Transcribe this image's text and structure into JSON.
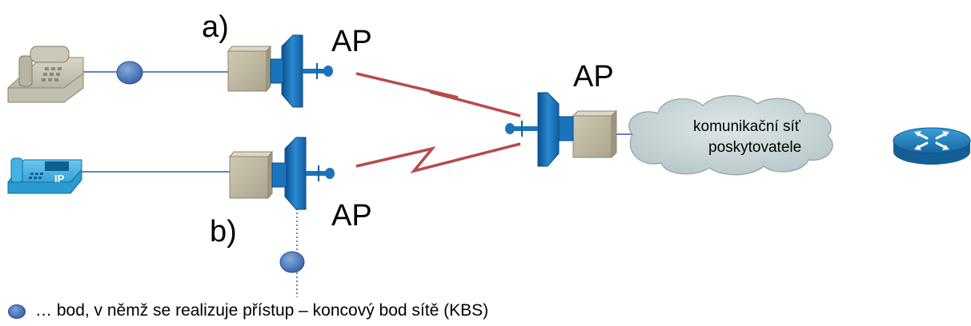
{
  "labels": {
    "variant_a": "a)",
    "variant_b": "b)",
    "ap_top": "AP",
    "ap_right": "AP",
    "ap_bottom": "AP",
    "cloud_line1": "komunikační síť",
    "cloud_line2": "poskytovatele",
    "ip_phone_badge": "IP"
  },
  "legend": {
    "text": "… bod, v němž se realizuje přístup – koncový bod sítě (KBS)"
  },
  "colors": {
    "link_line": "#2e5fa8",
    "wireless_link": "#b84a4a",
    "access_point": "#1a6fb8",
    "box": "#c8c2ad",
    "cloud": "#c8d4d6",
    "router": "#2386c8",
    "termination_point": "#3d68b0"
  },
  "icons": {
    "analog_phone": "analog-phone-icon",
    "ip_phone": "ip-phone-icon",
    "router": "router-icon",
    "antenna": "antenna-icon"
  }
}
